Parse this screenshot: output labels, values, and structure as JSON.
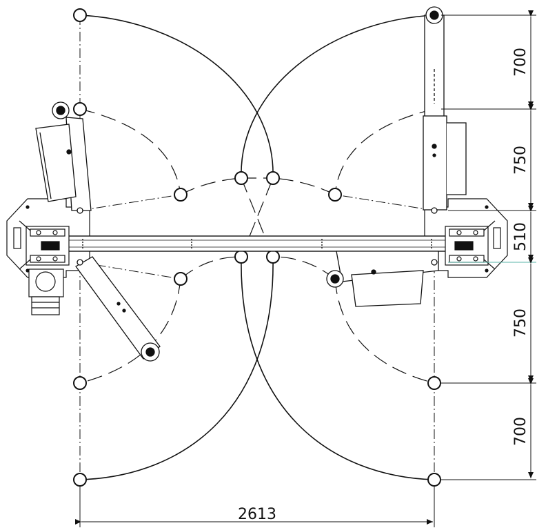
{
  "drawing": {
    "colors": {
      "line": "#111111",
      "accent": "#5ab4a8",
      "background": "#ffffff"
    },
    "dimensions": {
      "right_top": "700",
      "right_second": "750",
      "right_middle": "510",
      "right_fourth": "750",
      "right_bottom": "700",
      "bottom_width": "2613"
    }
  }
}
